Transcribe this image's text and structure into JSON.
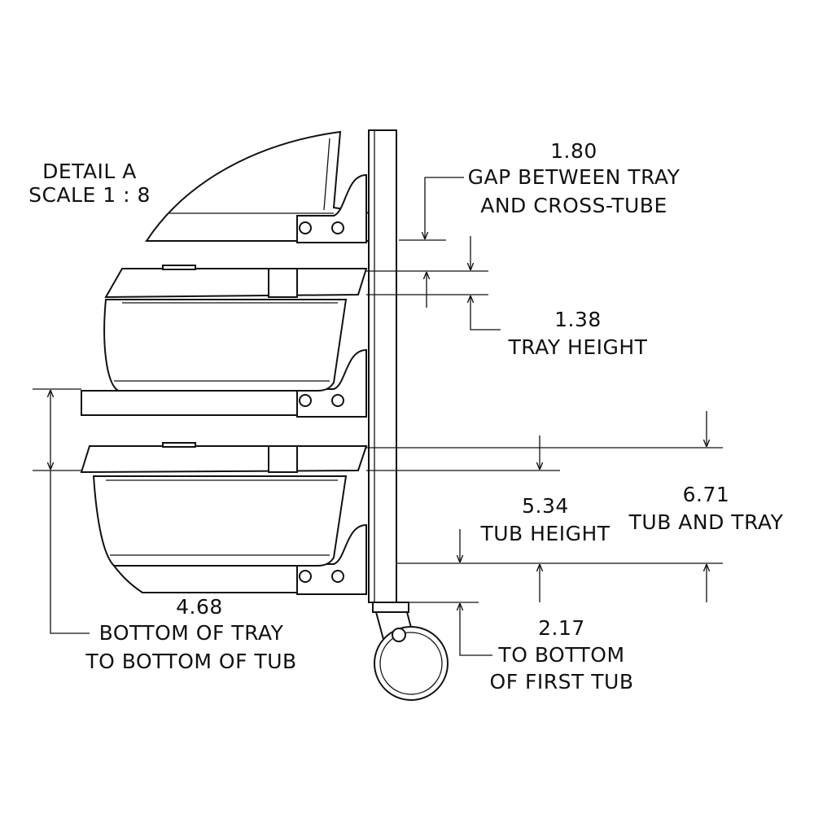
{
  "detail": {
    "title": "DETAIL A",
    "scale": "SCALE 1 : 8"
  },
  "dimensions": {
    "gap": {
      "value": "1.80",
      "line1": "GAP BETWEEN TRAY",
      "line2": "AND CROSS-TUBE"
    },
    "tray_height": {
      "value": "1.38",
      "label": "TRAY HEIGHT"
    },
    "tub_height": {
      "value": "5.34",
      "label": "TUB HEIGHT"
    },
    "tub_and_tray": {
      "value": "6.71",
      "label": "TUB AND TRAY"
    },
    "to_bottom_first_tub": {
      "value": "2.17",
      "line1": "TO BOTTOM",
      "line2": "OF FIRST TUB"
    },
    "bottom_tray_to_tub": {
      "value": "4.68",
      "line1": "BOTTOM OF TRAY",
      "line2": "TO BOTTOM OF TUB"
    }
  }
}
